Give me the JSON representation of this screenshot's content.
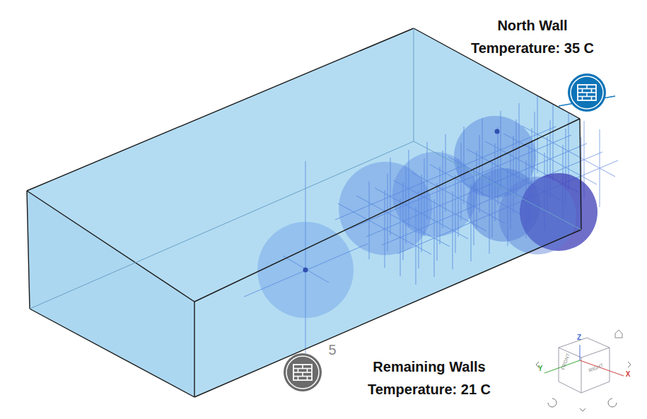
{
  "diagram": {
    "labels": [
      "North Wall Temperature: 35 C",
      "Remaining Walls Temperature: 21 C",
      "5",
      "Z",
      "Y",
      "X",
      "FRONT",
      "RIGHT"
    ]
  }
}
